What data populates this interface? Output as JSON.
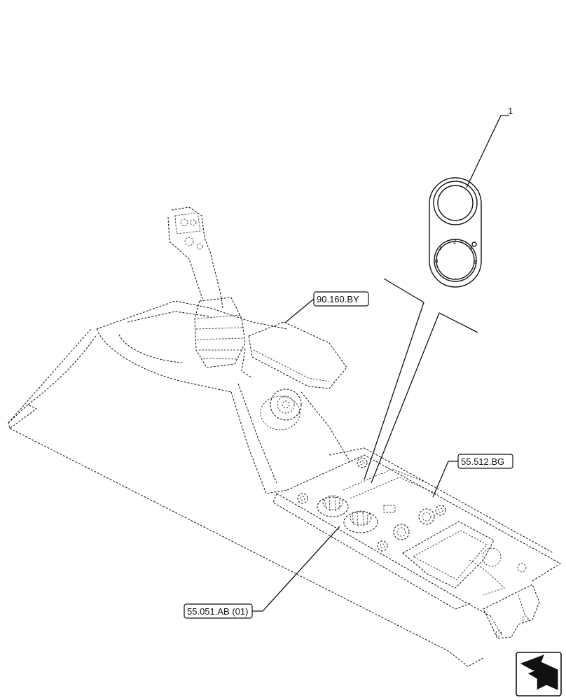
{
  "callouts": {
    "item_number": "1",
    "ref_joystick": "90.160.BY",
    "ref_console": "55.512.BG",
    "ref_knobs": "55.051.AB (01)"
  },
  "part_detail": {
    "dial_marks": [
      "0",
      "1",
      "2",
      "3",
      "4"
    ]
  },
  "icons": {
    "navigation": "arrow-return-icon"
  }
}
